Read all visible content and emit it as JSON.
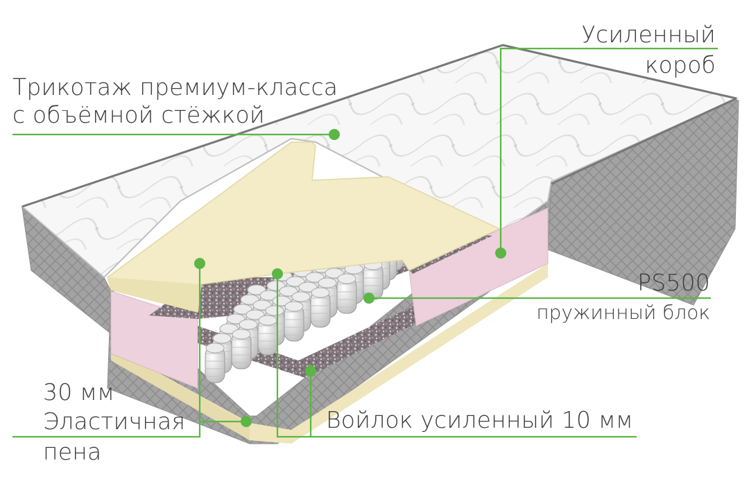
{
  "labels": {
    "knit_line1": "Трикотаж премиум-класса",
    "knit_line2": "с объёмной стёжкой",
    "box_line1": "Усиленный",
    "box_line2": "короб",
    "spring_model": "PS500",
    "spring_desc": "пружинный блок",
    "foam_line1": "30 мм",
    "foam_line2": "Эластичная",
    "foam_line3": "пена",
    "felt": "Войлок усиленный 10 мм"
  },
  "colors": {
    "accent": "#5bb645",
    "cover": "#f4f4f4",
    "side": "#9c9c9c",
    "foam": "#f3ecc7",
    "box": "#edd0dc",
    "felt": "#8a7f84"
  }
}
